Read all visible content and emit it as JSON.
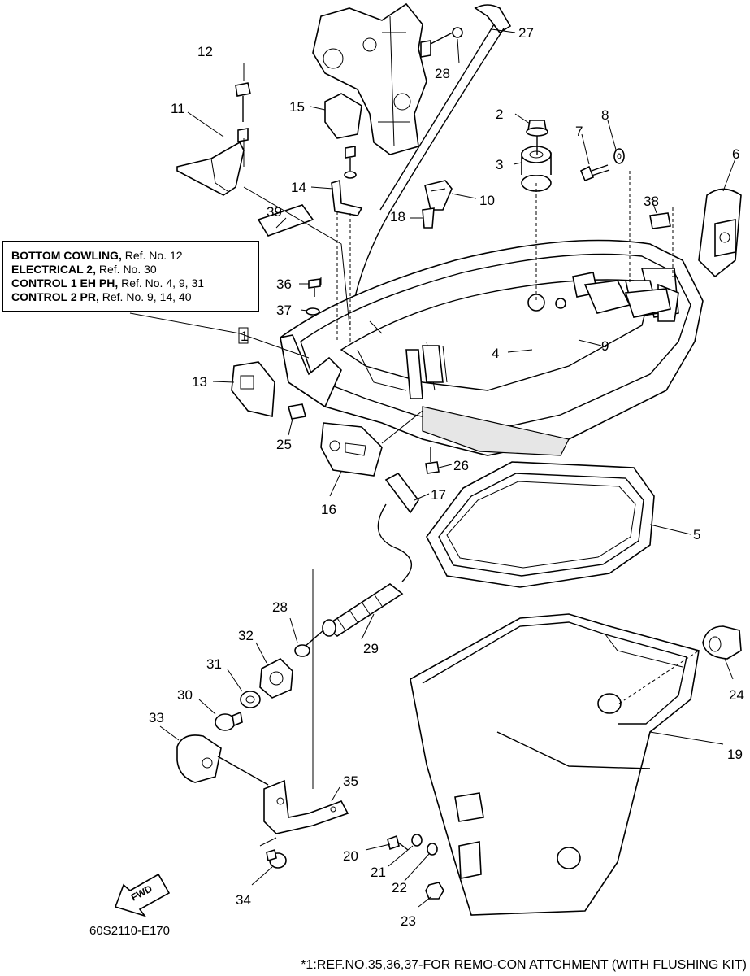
{
  "reference_box": {
    "rows": [
      {
        "name": "BOTTOM COWLING,",
        "ref": "Ref. No. 12"
      },
      {
        "name": "ELECTRICAL 2,",
        "ref": "Ref. No. 30"
      },
      {
        "name": "CONTROL 1 EH PH,",
        "ref": "Ref. No. 4, 9, 31"
      },
      {
        "name": "CONTROL 2 PR,",
        "ref": "Ref. No. 9, 14, 40"
      }
    ]
  },
  "callouts": {
    "c1": "1",
    "c2": "2",
    "c3": "3",
    "c4": "4",
    "c5": "5",
    "c6": "6",
    "c7": "7",
    "c8": "8",
    "c9": "9",
    "c10": "10",
    "c11": "11",
    "c12": "12",
    "c13": "13",
    "c14": "14",
    "c15": "15",
    "c16": "16",
    "c17": "17",
    "c18": "18",
    "c19": "19",
    "c20": "20",
    "c21": "21",
    "c22": "22",
    "c23": "23",
    "c24": "24",
    "c25": "25",
    "c26": "26",
    "c27": "27",
    "c28a": "28",
    "c28b": "28",
    "c29": "29",
    "c30": "30",
    "c31": "31",
    "c32": "32",
    "c33": "33",
    "c34": "34",
    "c35": "35",
    "c36": "36",
    "c37": "37",
    "c38": "38",
    "c39": "39"
  },
  "fwd_label": "FWD",
  "diagram_code": "60S2110-E170",
  "footnote": "*1:REF.NO.35,36,37-FOR REMO-CON ATTCHMENT (WITH FLUSHING KIT)"
}
